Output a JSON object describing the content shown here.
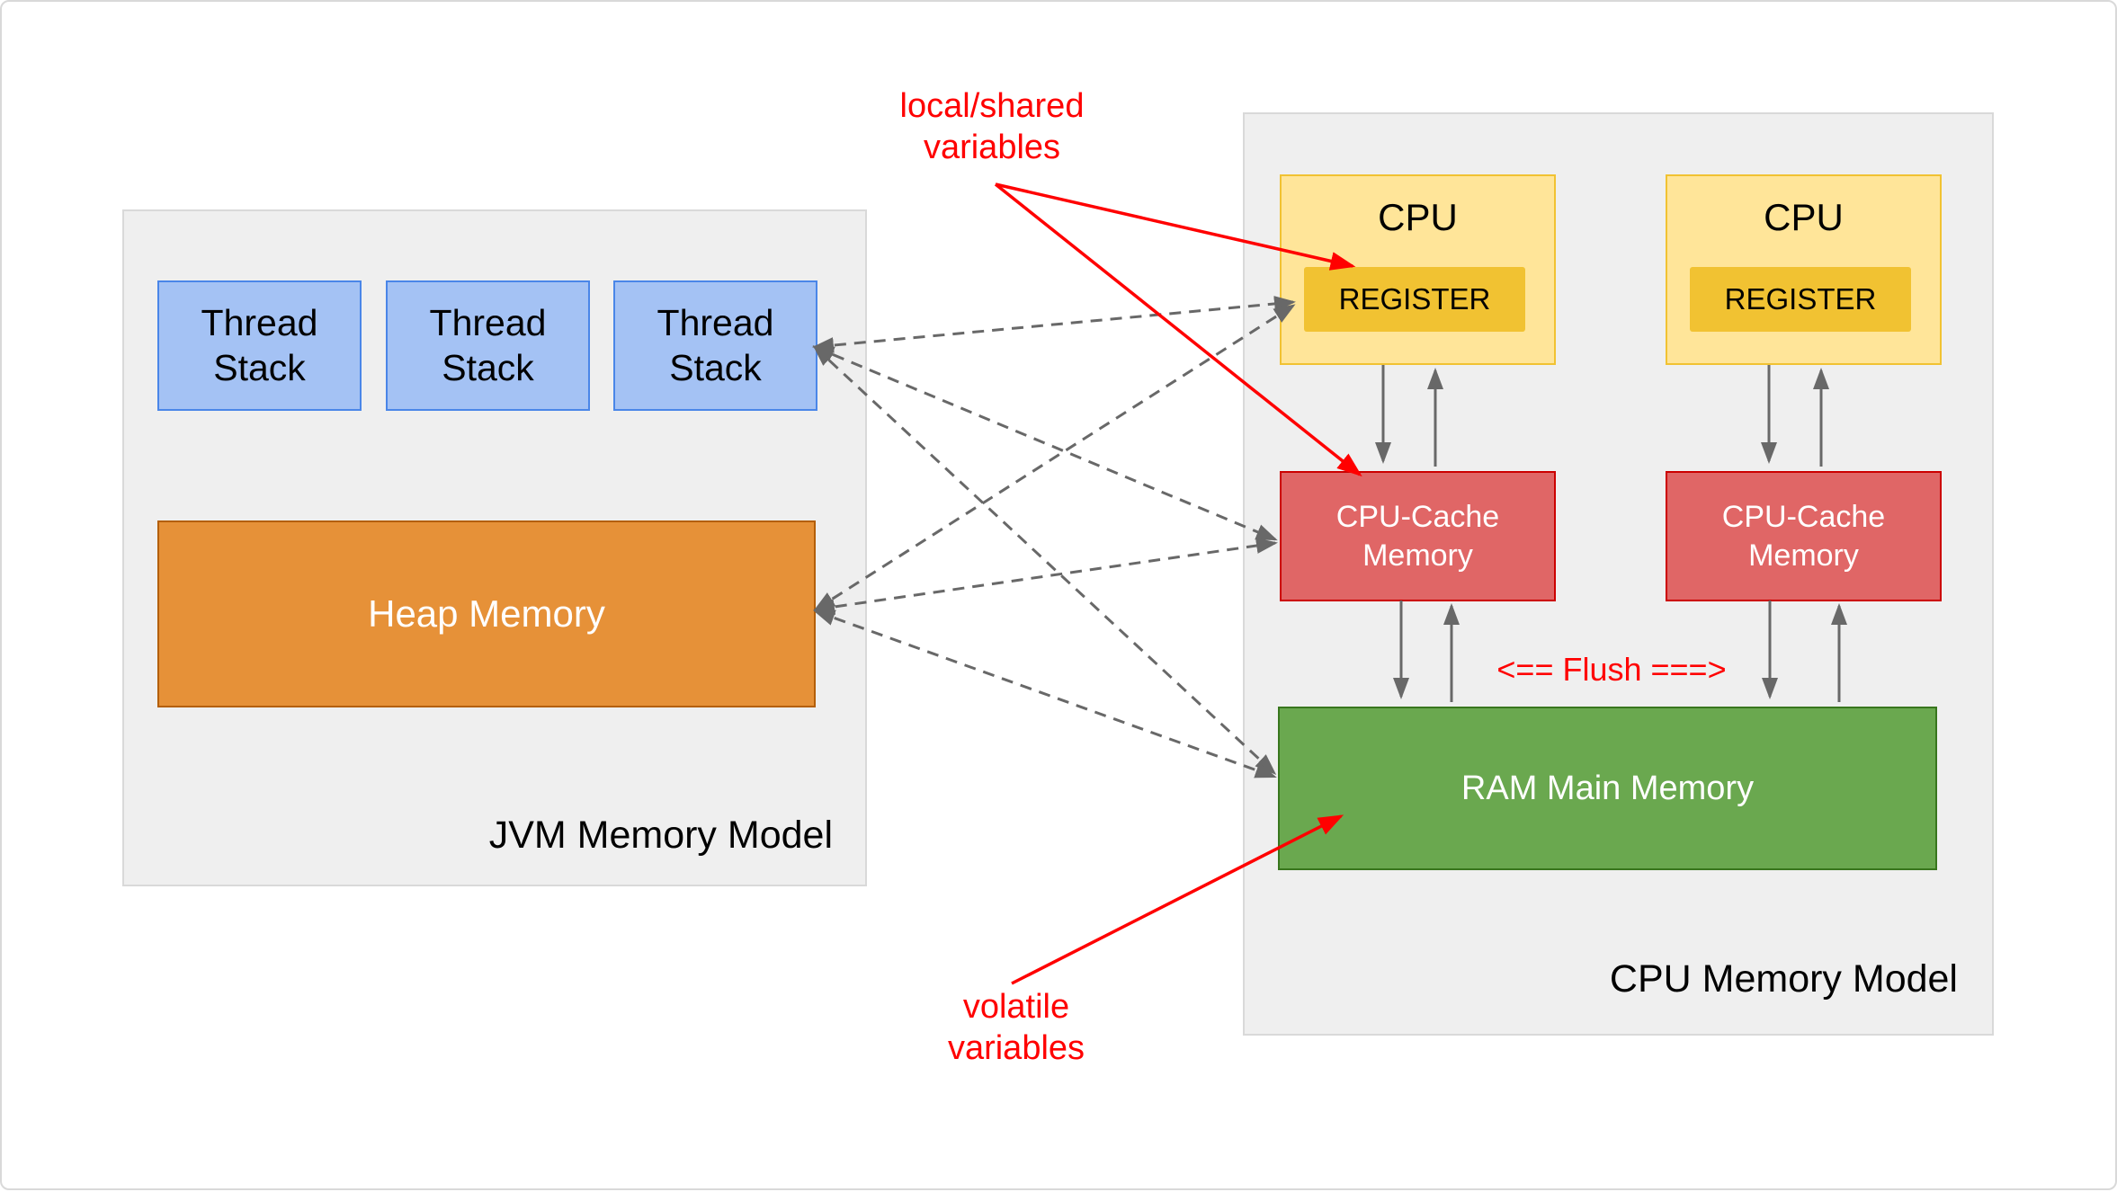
{
  "jvm": {
    "title": "JVM Memory Model",
    "threads": [
      "Thread Stack",
      "Thread Stack",
      "Thread Stack"
    ],
    "heap": "Heap Memory"
  },
  "cpu": {
    "title": "CPU Memory Model",
    "columns": [
      {
        "cpu": "CPU",
        "register": "REGISTER",
        "cache": "CPU-Cache Memory"
      },
      {
        "cpu": "CPU",
        "register": "REGISTER",
        "cache": "CPU-Cache Memory"
      }
    ],
    "ram": "RAM Main Memory"
  },
  "annotations": {
    "local_shared_line1": "local/shared",
    "local_shared_line2": "variables",
    "volatile": "volatile variables",
    "flush": "<== Flush ===>"
  },
  "colors": {
    "canvas_border": "#d9d9d9",
    "panel_fill": "#efefef",
    "panel_border": "#d9d9d9",
    "thread_fill": "#a4c2f4",
    "thread_border": "#4a86e8",
    "heap_fill": "#e69138",
    "heap_border": "#b45f06",
    "cpu_fill": "#ffe599",
    "cpu_border": "#f1c232",
    "register_fill": "#f1c232",
    "cache_fill": "#e06666",
    "cache_border": "#cc0000",
    "ram_fill": "#6aa84f",
    "ram_border": "#38761d",
    "arrow_gray": "#686868",
    "arrow_red": "#ff0000"
  }
}
